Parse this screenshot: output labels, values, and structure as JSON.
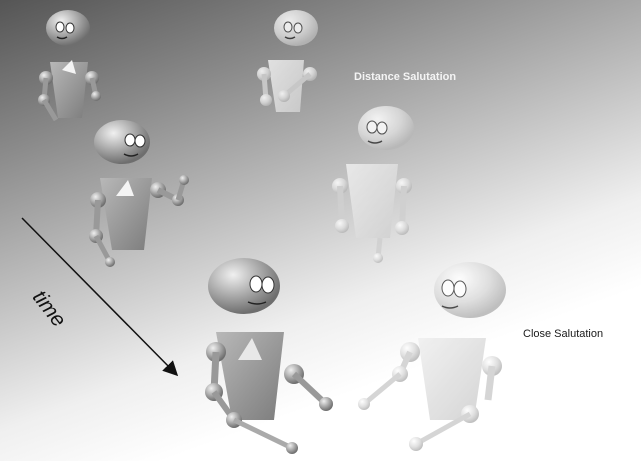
{
  "labels": {
    "distance_salutation": "Distance Salutation",
    "close_salutation": "Close Salutation",
    "time_axis": "time"
  },
  "colors": {
    "figure_dark": "#9a9a9a",
    "figure_light": "#e2e2e2",
    "arrow": "#111111"
  },
  "figures": [
    {
      "name": "agent-a-distance-1",
      "role": "agent-a"
    },
    {
      "name": "agent-b-distance-1",
      "role": "agent-b"
    },
    {
      "name": "agent-a-distance-2",
      "role": "agent-a"
    },
    {
      "name": "agent-b-distance-2",
      "role": "agent-b"
    },
    {
      "name": "agent-a-close",
      "role": "agent-a"
    },
    {
      "name": "agent-b-close",
      "role": "agent-b"
    }
  ]
}
